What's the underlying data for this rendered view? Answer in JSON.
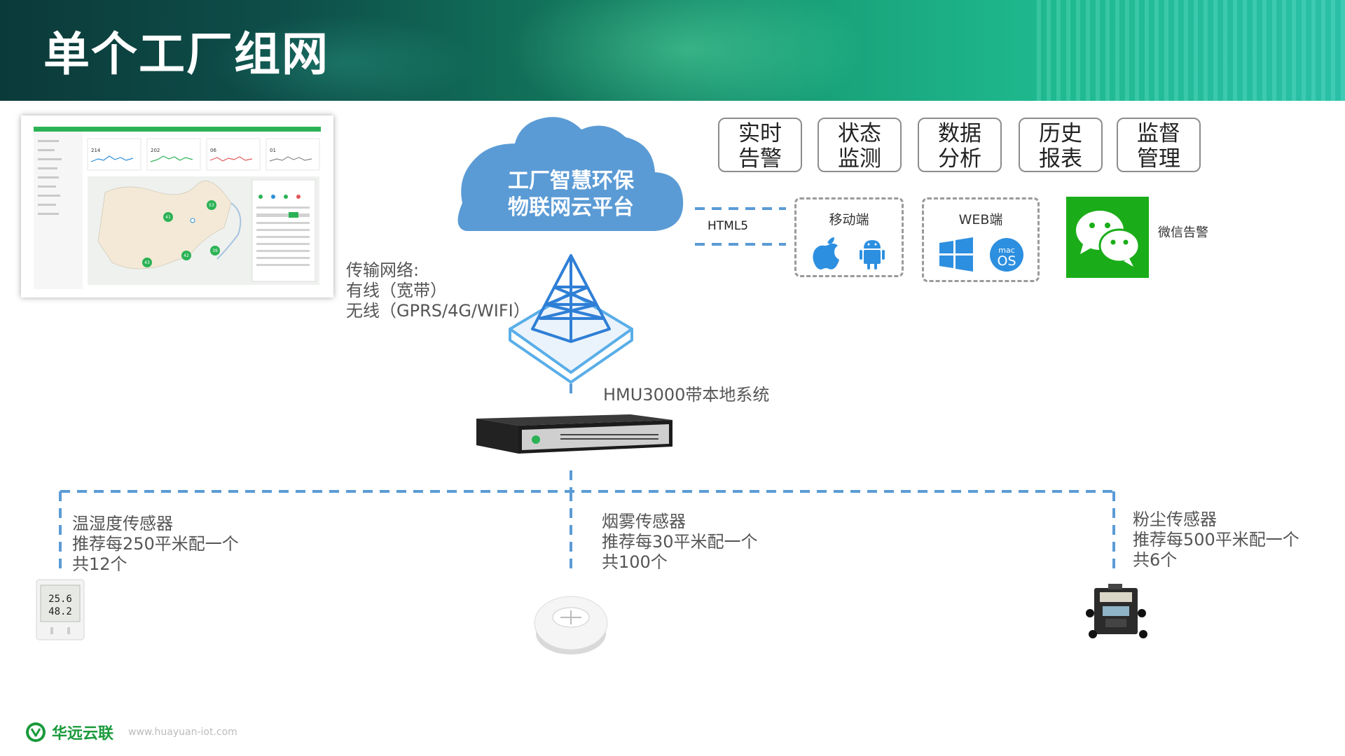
{
  "header": {
    "title": "单个工厂组网"
  },
  "cloud": {
    "line1": "工厂智慧环保",
    "line2": "物联网云平台"
  },
  "features": [
    {
      "line1": "实时",
      "line2": "告警"
    },
    {
      "line1": "状态",
      "line2": "监测"
    },
    {
      "line1": "数据",
      "line2": "分析"
    },
    {
      "line1": "历史",
      "line2": "报表"
    },
    {
      "line1": "监督",
      "line2": "管理"
    }
  ],
  "clients": {
    "html5": "HTML5",
    "mobile": "移动端",
    "web": "WEB端",
    "wechat": "微信告警",
    "mac_os_top": "mac",
    "mac_os_bottom": "OS"
  },
  "network": {
    "line1": "传输网络:",
    "line2": "有线（宽带）",
    "line3": "无线（GPRS/4G/WIFI）"
  },
  "gateway": {
    "label": "HMU3000带本地系统"
  },
  "sensors": [
    {
      "name": "温湿度传感器",
      "recommend": "推荐每250平米配一个",
      "count": "共12个",
      "reading1": "25.6",
      "reading2": "48.2"
    },
    {
      "name": "烟雾传感器",
      "recommend": "推荐每30平米配一个",
      "count": "共100个"
    },
    {
      "name": "粉尘传感器",
      "recommend": "推荐每500平米配一个",
      "count": "共6个"
    }
  ],
  "dashboard": {
    "stats": [
      "214",
      "202",
      "06",
      "01"
    ],
    "map_markers": [
      "41",
      "53",
      "43",
      "42",
      "39"
    ],
    "colors": {
      "green": "#2bb255",
      "blue": "#2c8fd9",
      "red": "#e25858"
    }
  },
  "footer": {
    "brand": "华远云联",
    "url": "www.huayuan-iot.com"
  },
  "colors": {
    "accent_blue": "#5b9bd5",
    "cloud_blue": "#5b9bd5",
    "wechat_green": "#1aad19",
    "line_gray": "#9a9a9a"
  }
}
